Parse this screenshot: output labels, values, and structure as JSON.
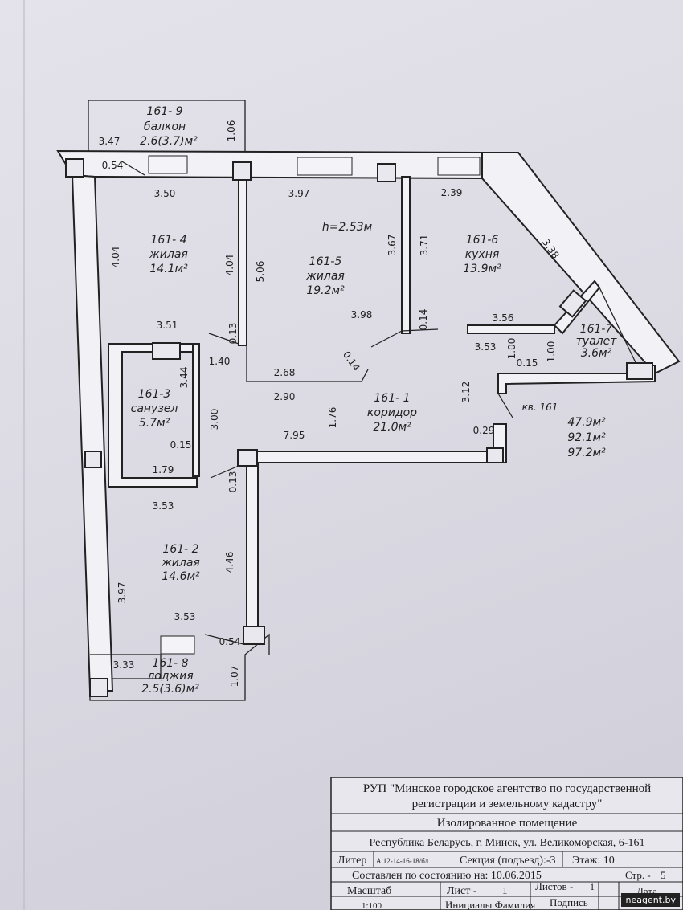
{
  "plan": {
    "ceiling_height": "h=2.53м",
    "rooms": [
      {
        "id": "161- 9",
        "name": "балкон",
        "area": "2.6(3.7)м²"
      },
      {
        "id": "161- 4",
        "name": "жилая",
        "area": "14.1м²"
      },
      {
        "id": "161-5",
        "name": "жилая",
        "area": "19.2м²"
      },
      {
        "id": "161-6",
        "name": "кухня",
        "area": "13.9м²"
      },
      {
        "id": "161-7",
        "name": "туалет",
        "area": "3.6м²"
      },
      {
        "id": "161-3",
        "name": "санузел",
        "area": "5.7м²"
      },
      {
        "id": "161- 1",
        "name": "коридор",
        "area": "21.0м²"
      },
      {
        "id": "161- 2",
        "name": "жилая",
        "area": "14.6м²"
      },
      {
        "id": "161- 8",
        "name": "лоджия",
        "area": "2.5(3.6)м²"
      }
    ],
    "apartment": {
      "label": "кв. 161",
      "areas": [
        "47.9м²",
        "92.1м²",
        "97.2м²"
      ]
    },
    "dimensions": [
      "3.47",
      "1.06",
      "0.54",
      "3.50",
      "3.97",
      "2.39",
      "3.38",
      "4.04",
      "4.04",
      "5.06",
      "3.67",
      "3.71",
      "3.98",
      "0.14",
      "3.56",
      "3.51",
      "0.13",
      "1.40",
      "0.14",
      "2.68",
      "3.53",
      "1.00",
      "1.00",
      "0.15",
      "3.44",
      "2.90",
      "1.76",
      "3.12",
      "3.00",
      "7.95",
      "0.29",
      "0.15",
      "1.79",
      "0.13",
      "3.53",
      "4.46",
      "3.97",
      "3.53",
      "0.54",
      "3.33",
      "1.07"
    ]
  },
  "stamp": {
    "org": "РУП \"Минское городское агентство по государственной",
    "org2": "регистрации и земельному кадастру\"",
    "type": "Изолированное помещение",
    "address": "Республика Беларусь, г. Минск, ул. Великоморская, 6-161",
    "liter_label": "Литер",
    "liter_value": "А 12-14-16-18/бл",
    "section": "Секция (подъезд):-3",
    "floor": "Этаж: 10",
    "compiled": "Составлен по состоянию на: 10.06.2015",
    "scale_label": "Масштаб",
    "scale_value": "1:100",
    "sheet_label": "Лист -",
    "sheet_value": "1",
    "sheets_label": "Листов -",
    "sheets_value": "1",
    "page_label": "Стр. -",
    "page_value": "5",
    "initials_label": "Инициалы Фамилия",
    "signature_label": "Подпись",
    "date_label": "Дата"
  },
  "watermark": "neagent.by"
}
